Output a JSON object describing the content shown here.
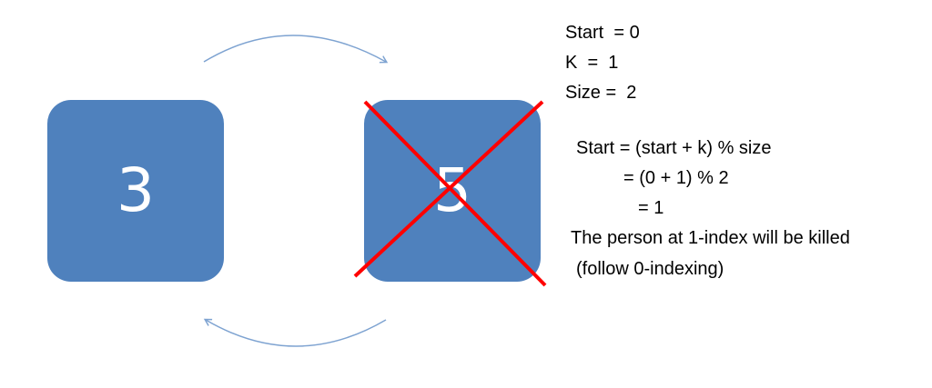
{
  "nodes": [
    {
      "id": "left",
      "value": "3"
    },
    {
      "id": "right",
      "value": "5"
    }
  ],
  "variables": {
    "start": "Start  = 0",
    "k": "K  =  1",
    "size": "Size =  2"
  },
  "calculation": {
    "line1": "Start = (start + k) % size",
    "line2": "= (0 + 1) % 2",
    "line3": "= 1"
  },
  "result": {
    "line1": "The person at 1-index will be killed",
    "line2": "(follow 0-indexing)"
  },
  "colors": {
    "box": "#4f81bd",
    "arrow": "#7ea3d1",
    "cross": "#ff0000",
    "box_text": "#ffffff"
  }
}
